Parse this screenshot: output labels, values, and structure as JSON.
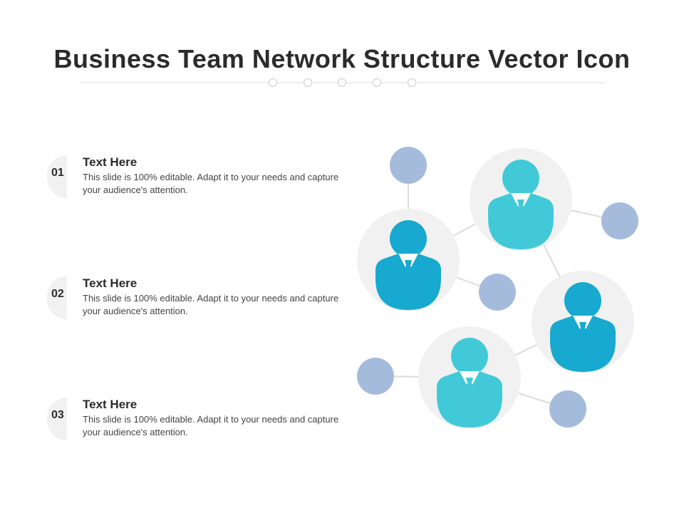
{
  "title": "Business Team Network Structure Vector Icon",
  "items": [
    {
      "number": "01",
      "title": "Text Here",
      "description": "This slide is 100% editable. Adapt it to your needs and capture your audience's attention."
    },
    {
      "number": "02",
      "title": "Text Here",
      "description": "This slide is 100% editable. Adapt it to your needs and capture your audience's attention."
    },
    {
      "number": "03",
      "title": "Text Here",
      "description": "This slide is 100% editable. Adapt it to your needs and capture your audience's attention."
    }
  ],
  "colors": {
    "title": "#2b2b2b",
    "person_dark": "#17a9cf",
    "person_light": "#42c9d8",
    "node": "#a5bbdc",
    "halo": "#f1f1f1",
    "connector": "#dcdcdc"
  },
  "icons": [
    "person-icon",
    "network-node"
  ]
}
